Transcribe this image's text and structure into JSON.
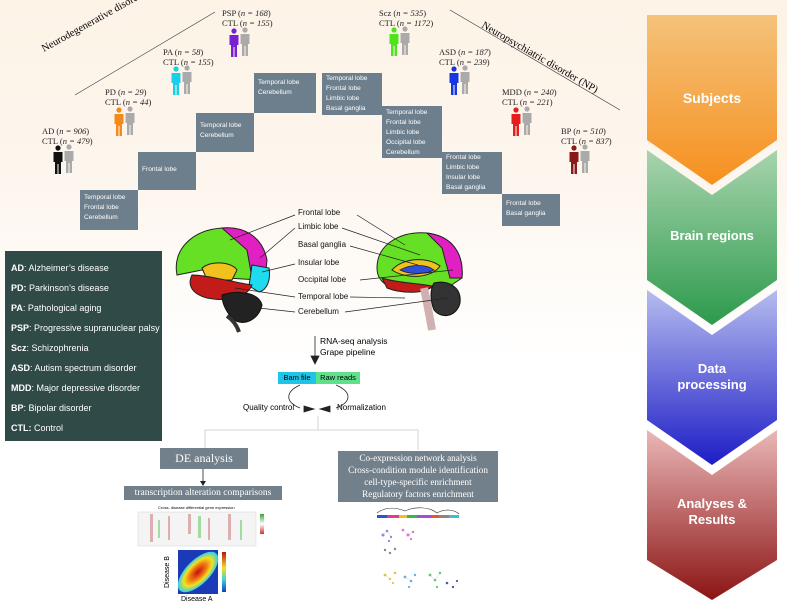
{
  "disorder_groups": {
    "nd": "Neurodegenerative disorder (ND)",
    "np": "Neuropsychiatric disorder (NP)"
  },
  "cohorts": [
    {
      "id": "psp",
      "disease_label": "PSP",
      "n_disease": "168",
      "n_ctl": "155",
      "color": "#7a1fd1"
    },
    {
      "id": "pa",
      "disease_label": "PA",
      "n_disease": "58",
      "n_ctl": "155",
      "color": "#19d0e8"
    },
    {
      "id": "pd",
      "disease_label": "PD",
      "n_disease": "29",
      "n_ctl": "44",
      "color": "#f48a1c"
    },
    {
      "id": "ad",
      "disease_label": "AD",
      "n_disease": "906",
      "n_ctl": "479",
      "color": "#111111"
    },
    {
      "id": "scz",
      "disease_label": "Scz",
      "n_disease": "535",
      "n_ctl": "1172",
      "color": "#4fe21f"
    },
    {
      "id": "asd",
      "disease_label": "ASD",
      "n_disease": "187",
      "n_ctl": "239",
      "color": "#1636e2"
    },
    {
      "id": "mdd",
      "disease_label": "MDD",
      "n_disease": "240",
      "n_ctl": "221",
      "color": "#e21e1e"
    },
    {
      "id": "bp",
      "disease_label": "BP",
      "n_disease": "510",
      "n_ctl": "837",
      "color": "#8a1a1a"
    }
  ],
  "cohort_text": {
    "n_prefix": "n = ",
    "ctl_prefix": "CTL"
  },
  "region_boxes": [
    {
      "id": "ad",
      "lines": [
        "Temporal lobe",
        "Frontal lobe",
        "Cerebellum"
      ]
    },
    {
      "id": "pd",
      "lines": [
        "Frontal lobe"
      ]
    },
    {
      "id": "pa",
      "lines": [
        "Temporal lobe",
        "Cerebellum"
      ]
    },
    {
      "id": "psp",
      "lines": [
        "Temporal lobe",
        "Cerebellum"
      ]
    },
    {
      "id": "scz",
      "lines": [
        "Temporal lobe",
        "Frontal lobe",
        "Limbic lobe",
        "Basal ganglia"
      ]
    },
    {
      "id": "asd",
      "lines": [
        "Temporal lobe",
        "Frontal lobe",
        "Limbic lobe",
        "Occipital lobe",
        "Cerebellum"
      ]
    },
    {
      "id": "mdd",
      "lines": [
        "Frontal lobe",
        "Limbic lobe",
        "Insular lobe",
        "Basal ganglia"
      ]
    },
    {
      "id": "bp",
      "lines": [
        "Frontal lobe",
        "Basal ganglia"
      ]
    }
  ],
  "brain_labels": [
    "Frontal lobe",
    "Limbic lobe",
    "Basal ganglia",
    "Insular lobe",
    "Occipital lobe",
    "Temporal lobe",
    "Cerebellum"
  ],
  "legend": [
    {
      "abbr": "AD",
      "text": ": Alzheimer’s disease"
    },
    {
      "abbr": "PD:",
      "text": " Parkinson’s disease"
    },
    {
      "abbr": "PA",
      "text": ": Pathological aging"
    },
    {
      "abbr": "PSP",
      "text": ": Progressive supranuclear palsy"
    },
    {
      "abbr": "Scz",
      "text": ": Schizophrenia"
    },
    {
      "abbr": "ASD",
      "text": ": Autism spectrum disorder"
    },
    {
      "abbr": "MDD",
      "text": ": Major depressive disorder"
    },
    {
      "abbr": "BP",
      "text": ": Bipolar disorder"
    },
    {
      "abbr": "CTL:",
      "text": " Control"
    }
  ],
  "pipeline": {
    "rnaseq": "RNA-seq analysis",
    "grape": "Grape pipeline",
    "bam": "Bam file",
    "raw": "Raw reads",
    "qc": "Quality control",
    "norm": "Normalization",
    "bam_color": "#1fc4e6",
    "raw_color": "#5fe08a"
  },
  "analysis": {
    "de_title": "DE analysis",
    "de_sub": "transcription alteration comparisons",
    "heatmap_title": "Cross- disease differential gene expression",
    "disease_a": "Disease A",
    "disease_b": "Disease B",
    "coexp_lines": [
      "Co-expression network analysis",
      "Cross-condition module identification",
      "cell-type-specific enrichment",
      "Regulatory factors enrichment"
    ]
  },
  "stages": [
    {
      "label": "Subjects",
      "top": "#f6b143",
      "bottom": "#f68c1e"
    },
    {
      "label": "Brain regions",
      "top": "#8fc79a",
      "bottom": "#2e9a4e"
    },
    {
      "label": "Data processing",
      "top": "#9aa3e6",
      "bottom": "#2323c8"
    },
    {
      "label": "Analyses  &  Results",
      "top": "#e6a3a3",
      "bottom": "#8e1b1b"
    }
  ]
}
